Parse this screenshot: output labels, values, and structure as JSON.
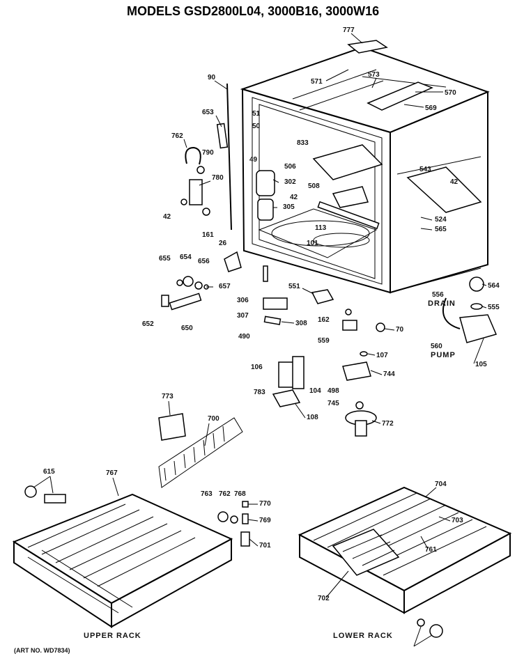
{
  "title": "MODELS GSD2800L04, 3000B16, 3000W16",
  "art_no": "(ART NO. WD7834)",
  "captions": {
    "upper_rack": "UPPER RACK",
    "lower_rack": "LOWER RACK",
    "drain": "DRAIN",
    "pump": "PUMP"
  },
  "parts": [
    "777",
    "571",
    "573",
    "570",
    "569",
    "90",
    "653",
    "51",
    "50",
    "833",
    "49",
    "506",
    "543",
    "42",
    "762",
    "790",
    "780",
    "302",
    "508",
    "305",
    "524",
    "565",
    "113",
    "101",
    "26",
    "655",
    "654",
    "656",
    "657",
    "551",
    "564",
    "556",
    "555",
    "306",
    "307",
    "308",
    "162",
    "70",
    "652",
    "650",
    "490",
    "161",
    "559",
    "560",
    "105",
    "107",
    "744",
    "106",
    "498",
    "783",
    "104",
    "745",
    "108",
    "772",
    "773",
    "700",
    "615",
    "767",
    "763",
    "762",
    "768",
    "770",
    "769",
    "701",
    "704",
    "703",
    "761",
    "702"
  ]
}
